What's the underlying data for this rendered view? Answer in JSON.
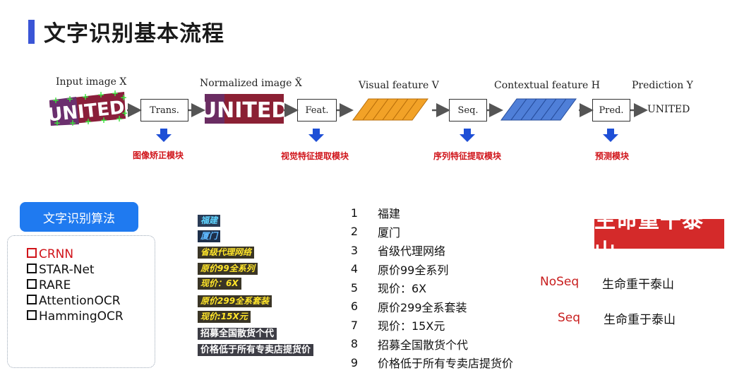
{
  "title": "文字识别基本流程",
  "pipeline": {
    "input_label": "Input image X",
    "normalized_label": "Normalized image X̃",
    "visual_label": "Visual feature V",
    "contextual_label": "Contextual feature H",
    "prediction_label": "Prediction Y",
    "stages": [
      "Trans.",
      "Feat.",
      "Seq.",
      "Pred."
    ],
    "output": "UNITED",
    "image_text": "UNITED",
    "modules": [
      "图像矫正模块",
      "视觉特征提取模块",
      "序列特征提取模块",
      "预测模块"
    ]
  },
  "algorithms": {
    "header": "文字识别算法",
    "items": [
      {
        "label": "CRNN",
        "color": "#d0141a"
      },
      {
        "label": "STAR-Net",
        "color": "#111111"
      },
      {
        "label": "RARE",
        "color": "#111111"
      },
      {
        "label": "AttentionOCR",
        "color": "#111111"
      },
      {
        "label": "HammingOCR",
        "color": "#111111"
      }
    ]
  },
  "text_crops": [
    {
      "text": "福建",
      "bg": "#2a3b55",
      "fg": "#5fd4ff"
    },
    {
      "text": "厦门",
      "bg": "#1e2f4a",
      "fg": "#5fb8ff"
    },
    {
      "text": "省级代理网络",
      "bg": "#3a3526",
      "fg": "#ffe52a"
    },
    {
      "text": "原价99全系列",
      "bg": "#3a3526",
      "fg": "#ffe52a"
    },
    {
      "text": "现价：6X",
      "bg": "#3a3526",
      "fg": "#ffe52a"
    },
    {
      "text": "原价299全系套装",
      "bg": "#3a3526",
      "fg": "#ffe52a"
    },
    {
      "text": "现价:15X元",
      "bg": "#3a3526",
      "fg": "#ffe52a"
    },
    {
      "text": "招募全国散货个代",
      "bg": "#3d3d45",
      "fg": "#ffffff"
    },
    {
      "text": "价格低于所有专卖店提货价",
      "bg": "#3d3d45",
      "fg": "#ffffff"
    }
  ],
  "numbered_lines": [
    {
      "num": "1",
      "text": "福建"
    },
    {
      "num": "2",
      "text": "厦门"
    },
    {
      "num": "3",
      "text": "省级代理网络"
    },
    {
      "num": "4",
      "text": "原价99全系列"
    },
    {
      "num": "5",
      "text": "现价：6X"
    },
    {
      "num": "6",
      "text": "原价299全系套装"
    },
    {
      "num": "7",
      "text": "现价：15X元"
    },
    {
      "num": "8",
      "text": "招募全国散货个代"
    },
    {
      "num": "9",
      "text": "价格低于所有专卖店提货价"
    }
  ],
  "sample_image_text": "生命重干泰山",
  "noseq": {
    "label": "NoSeq",
    "value": "生命重干泰山"
  },
  "seq": {
    "label": "Seq",
    "value": "生命重于泰山"
  }
}
